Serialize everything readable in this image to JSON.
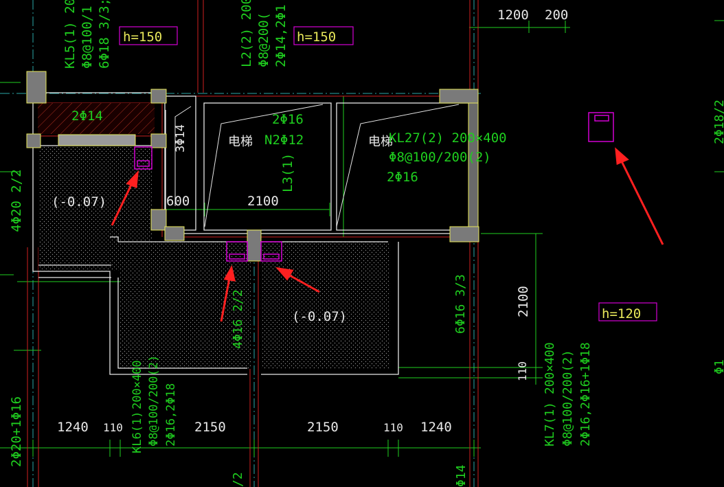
{
  "drawing": {
    "elevation_tags": [
      "h=150",
      "h=150",
      "h=120"
    ],
    "room_levels": [
      "(-0.07)",
      "(-0.07)"
    ],
    "elevator_labels": [
      "电梯",
      "电梯"
    ],
    "beams": {
      "kl5": [
        "KL5(1) 20",
        "Φ8@100/1",
        "6Φ18 3/3;"
      ],
      "l2": [
        "L2(2) 200",
        "Φ8@200(",
        "2Φ14,2Φ1"
      ],
      "kl27": [
        "KL27(2) 200×400",
        "Φ8@100/200(2)",
        "2Φ16"
      ],
      "kl6": [
        "200×400",
        "KL6(1)",
        "Φ8@100/200(2)",
        "2Φ16,2Φ18"
      ],
      "kl7": [
        "KL7(1) 200×400",
        "Φ8@100/200(2)",
        "2Φ16,2Φ16+1Φ18"
      ],
      "l3": "L3(1)"
    },
    "rebar_notes": {
      "top_2phi14": "2Φ14",
      "shaft_2phi16": "2Φ16",
      "shaft_n2phi12": "N2Φ12",
      "v_3phi14": "3Φ14",
      "left_4phi20": "4Φ20 2/2",
      "mid_4phi16": "4Φ16 2/2",
      "right_6phi16": "6Φ16 3/3",
      "left_2phi20": "2Φ20+1Φ16",
      "bottom_phi14": "Φ14",
      "bottom_2_2": "/2",
      "right_edge_a": "2Φ18/2",
      "right_edge_b": "Φ1"
    },
    "dimensions": {
      "top": [
        "1200",
        "200"
      ],
      "shaft": [
        "600",
        "2100"
      ],
      "bottom": [
        "1240",
        "110",
        "2150",
        "2150",
        "110",
        "1240"
      ],
      "vertical": [
        "2100",
        "110"
      ]
    },
    "colors": {
      "background": "#000000",
      "wall": "#e8e8e8",
      "annotation": "#1fcf1f",
      "elevation_tag": "#d400d4",
      "pointer_arrow": "#ff2020",
      "column_fill": "#7a7a7a"
    }
  }
}
